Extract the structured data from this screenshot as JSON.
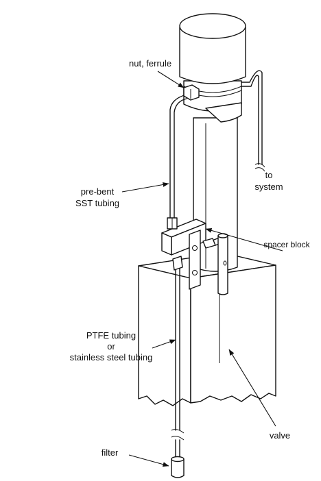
{
  "labels": {
    "nut_ferrule": "nut, ferrule",
    "to": "to",
    "system": "system",
    "pre_bent": "pre-bent",
    "sst_tubing": "SST tubing",
    "spacer_block": "spacer block",
    "ptfe_tubing": "PTFE tubing",
    "or": "or",
    "stainless_steel_tubing": "stainless steel tubing",
    "valve": "valve",
    "filter": "filter"
  }
}
